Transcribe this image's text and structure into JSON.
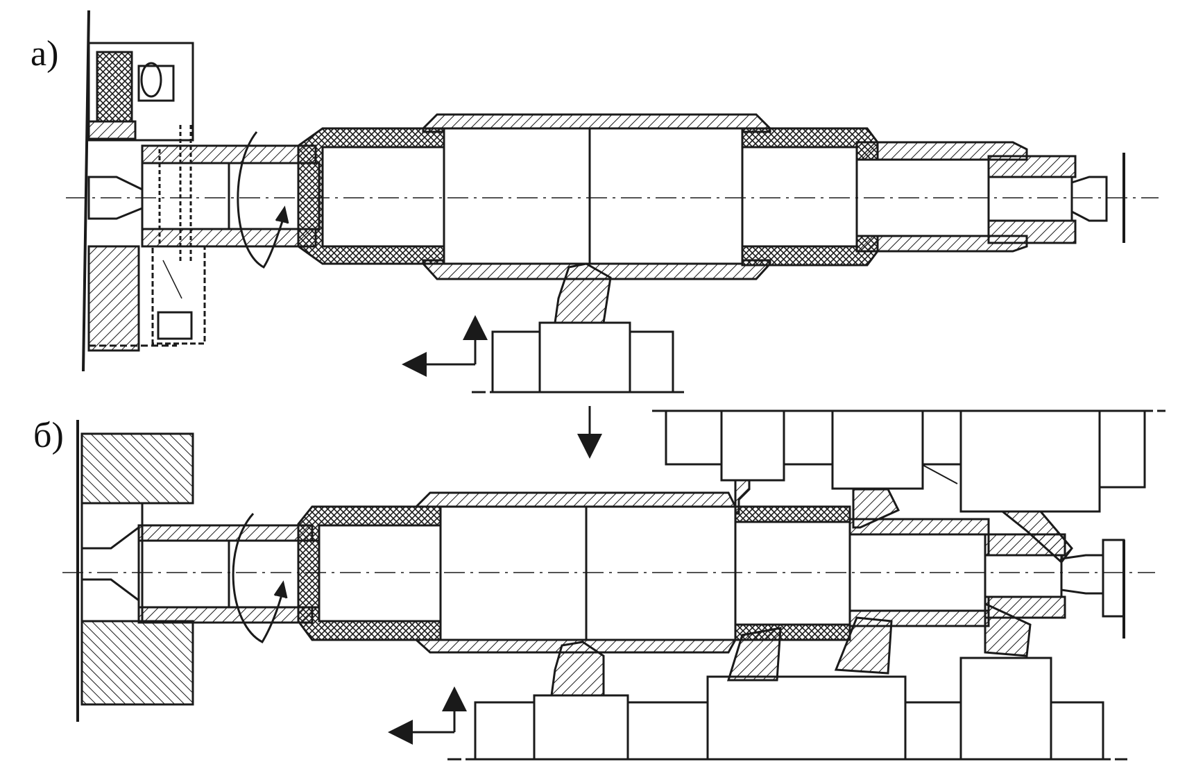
{
  "figure": {
    "panels": [
      {
        "id": "a",
        "label": "а)"
      },
      {
        "id": "b",
        "label": "б)"
      }
    ],
    "colors": {
      "ink": "#1a1a1a",
      "background": "#ffffff"
    },
    "icons": [
      "rotation-arrow-icon",
      "feed-direction-arrow-icon",
      "down-arrow-icon"
    ]
  }
}
